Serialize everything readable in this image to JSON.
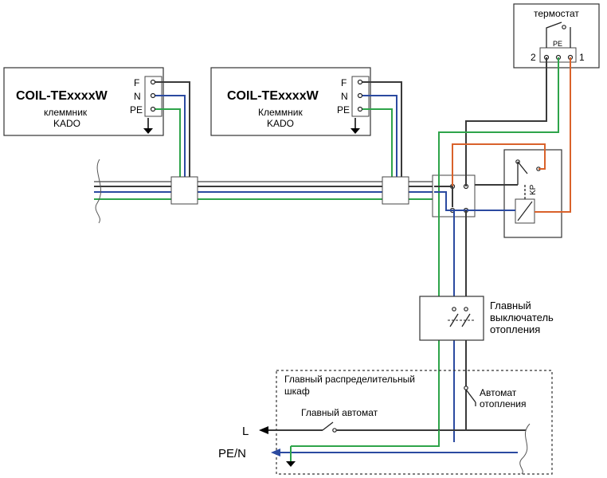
{
  "coil_units": [
    {
      "model": "COIL-TExxxxW",
      "line1": "клеммник",
      "line2": "KADO",
      "terminals": [
        "F",
        "N",
        "PE"
      ]
    },
    {
      "model": "COIL-TExxxxW",
      "line1": "Клеммник",
      "line2": "KADO",
      "terminals": [
        "F",
        "N",
        "PE"
      ]
    }
  ],
  "thermostat": {
    "label": "термостат",
    "pe": "PE",
    "term_left": "2",
    "term_right": "1"
  },
  "relay": {
    "label": "KP"
  },
  "main_switch": {
    "label": [
      "Главный",
      "выключатель",
      "отопления"
    ]
  },
  "cabinet": {
    "label": [
      "Главный распределительный",
      "шкаф"
    ],
    "main_breaker": "Главный автомат",
    "heating_breaker": [
      "Автомат",
      "отопления"
    ],
    "line_l": "L",
    "line_pen": "PE/N"
  },
  "colors": {
    "phase": "#3a3a3a",
    "neutral": "#2b4aa0",
    "earth": "#2ea44a",
    "thermostat": "#d9622b",
    "cable": "#8a8a8a"
  }
}
